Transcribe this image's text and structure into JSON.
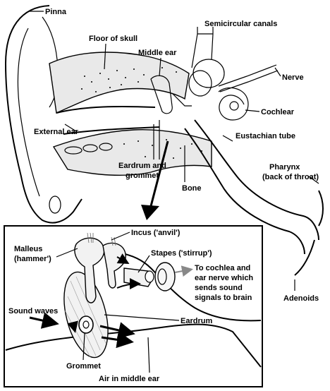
{
  "labels": {
    "pinna": "Pinna",
    "floor_of_skull": "Floor of skull",
    "semicircular_canals": "Semicircular canals",
    "middle_ear": "Middle ear",
    "nerve": "Nerve",
    "cochlear": "Cochlear",
    "external_ear": "External ear",
    "eustachian_tube": "Eustachian tube",
    "eardrum_and_grommet_1": "Eardrum and",
    "eardrum_and_grommet_2": "grommet",
    "bone": "Bone",
    "pharynx_1": "Pharynx",
    "pharynx_2": "(back of throat)",
    "adenoids": "Adenoids",
    "incus": "Incus ('anvil')",
    "malleus_1": "Malleus",
    "malleus_2": "(hammer')",
    "stapes": "Stapes ('stirrup')",
    "to_cochlea_1": "To cochlea and",
    "to_cochlea_2": "ear nerve which",
    "to_cochlea_3": "sends sound",
    "to_cochlea_4": "signals to brain",
    "sound_waves": "Sound waves",
    "eardrum": "Eardrum",
    "grommet": "Grommet",
    "air_in_middle_ear": "Air in middle ear"
  }
}
